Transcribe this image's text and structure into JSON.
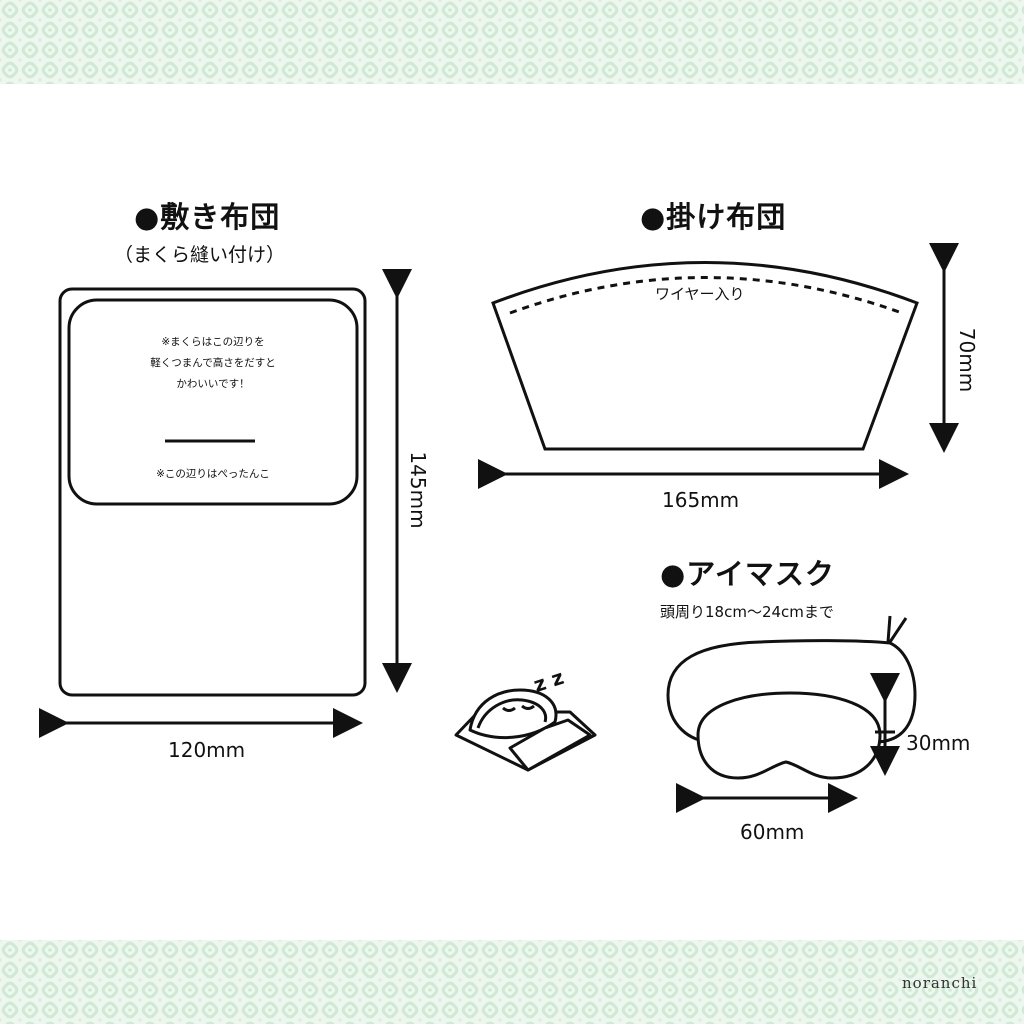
{
  "colors": {
    "pattern_bg": "#eef7ef",
    "pattern_fg": "#cfe9d4",
    "line": "#111111"
  },
  "futon": {
    "title": "●敷き布団",
    "subtitle": "（まくら縫い付け）",
    "pillow_note_1": "※まくらはこの辺りを",
    "pillow_note_2": "軽くつまんで高さをだすと",
    "pillow_note_3": "かわいいです！",
    "flat_note": "※この辺りはぺったんこ",
    "width": "120mm",
    "height": "145mm"
  },
  "blanket": {
    "title": "●掛け布団",
    "wire_note": "ワイヤー入り",
    "width": "165mm",
    "height": "70mm"
  },
  "eyemask": {
    "title": "●アイマスク",
    "head_note": "頭周り18cm～24cmまで",
    "width": "60mm",
    "height": "30mm"
  },
  "sleep_icon_letters": "z z",
  "credit": "noranchi"
}
